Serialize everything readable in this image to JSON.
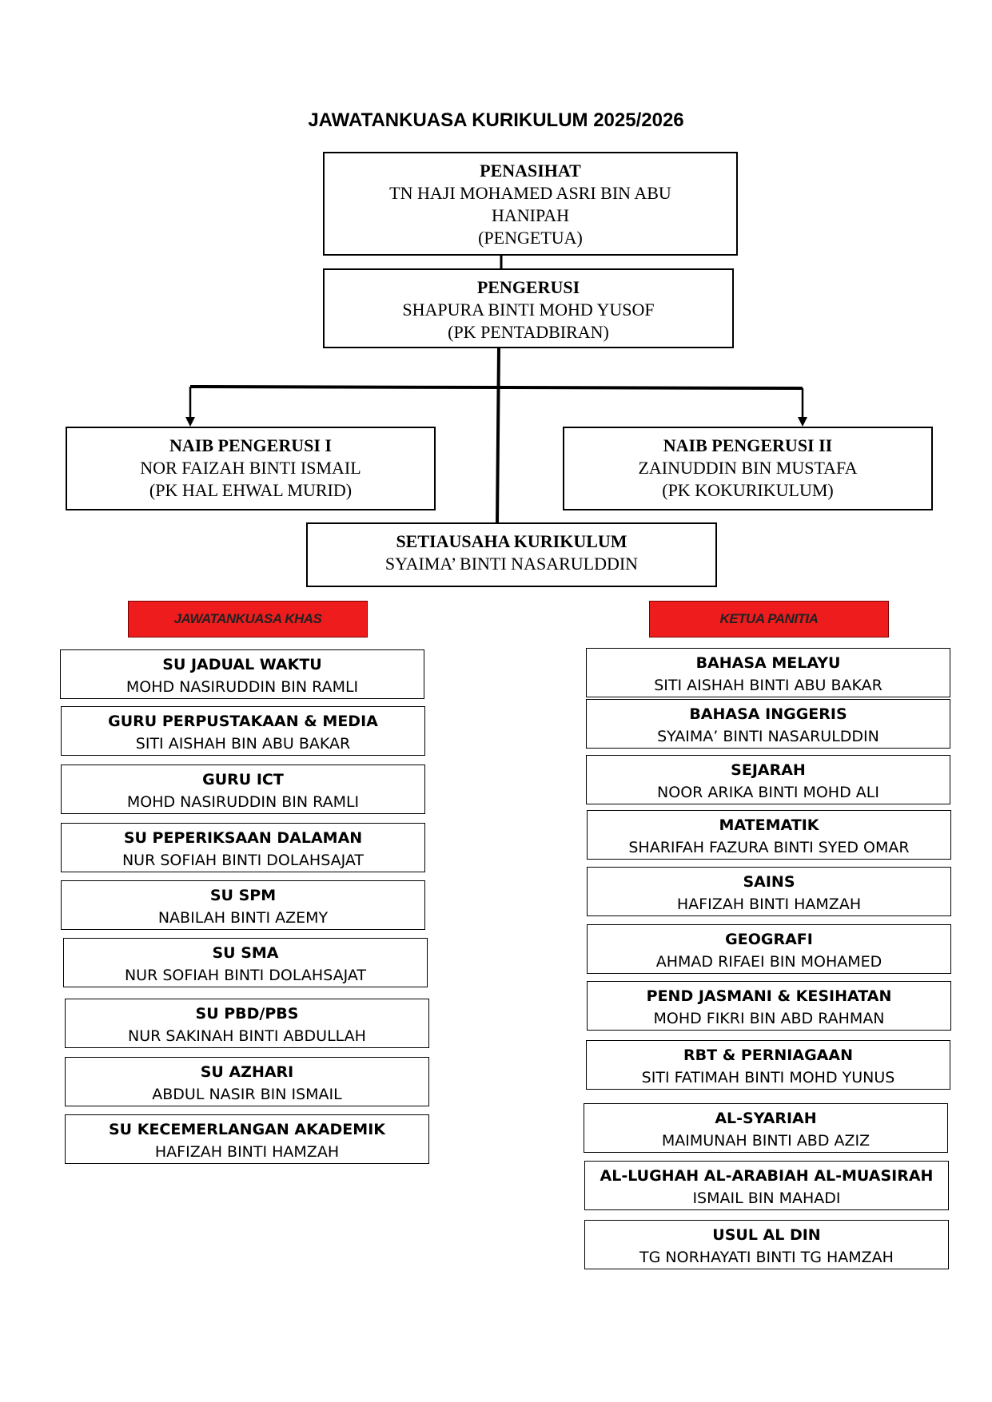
{
  "title": "JAWATANKUASA KURIKULUM 2025/2026",
  "penasihat": {
    "role": "PENASIHAT",
    "name1": "TN HAJI MOHAMED ASRI BIN ABU",
    "name2": "HANIPAH",
    "position": "(PENGETUA)"
  },
  "pengerusi": {
    "role": "PENGERUSI",
    "name": "SHAPURA BINTI MOHD YUSOF",
    "position": "(PK PENTADBIRAN)"
  },
  "naib1": {
    "role": "NAIB PENGERUSI I",
    "name": "NOR FAIZAH BINTI ISMAIL",
    "position": "(PK HAL EHWAL MURID)"
  },
  "naib2": {
    "role": "NAIB PENGERUSI II",
    "name": "ZAINUDDIN BIN MUSTAFA",
    "position": "(PK KOKURIKULUM)"
  },
  "setiausaha": {
    "role": "SETIAUSAHA KURIKULUM",
    "name": "SYAIMA’ BINTI NASARULDDIN"
  },
  "khas": {
    "heading": "JAWATANKUASA KHAS",
    "items": [
      {
        "title": "SU JADUAL WAKTU",
        "name": "MOHD NASIRUDDIN BIN RAMLI"
      },
      {
        "title": "GURU PERPUSTAKAAN & MEDIA",
        "name": "SITI AISHAH BIN ABU BAKAR"
      },
      {
        "title": "GURU ICT",
        "name": "MOHD NASIRUDDIN BIN RAMLI"
      },
      {
        "title": "SU PEPERIKSAAN DALAMAN",
        "name": "NUR SOFIAH BINTI DOLAHSAJAT"
      },
      {
        "title": "SU SPM",
        "name": "NABILAH BINTI AZEMY"
      },
      {
        "title": "SU SMA",
        "name": "NUR SOFIAH BINTI DOLAHSAJAT"
      },
      {
        "title": "SU PBD/PBS",
        "name": "NUR SAKINAH BINTI ABDULLAH"
      },
      {
        "title": "SU AZHARI",
        "name": "ABDUL NASIR BIN ISMAIL"
      },
      {
        "title": "SU KECEMERLANGAN AKADEMIK",
        "name": "HAFIZAH BINTI HAMZAH"
      }
    ]
  },
  "panitia": {
    "heading": "KETUA PANITIA",
    "items": [
      {
        "title": "BAHASA MELAYU",
        "name": "SITI AISHAH BINTI ABU BAKAR"
      },
      {
        "title": "BAHASA INGGERIS",
        "name": "SYAIMA’ BINTI NASARULDDIN"
      },
      {
        "title": "SEJARAH",
        "name": "NOOR ARIKA BINTI MOHD ALI"
      },
      {
        "title": "MATEMATIK",
        "name": "SHARIFAH FAZURA BINTI SYED OMAR"
      },
      {
        "title": "SAINS",
        "name": "HAFIZAH BINTI HAMZAH"
      },
      {
        "title": "GEOGRAFI",
        "name": "AHMAD RIFAEI BIN MOHAMED"
      },
      {
        "title": "PEND JASMANI & KESIHATAN",
        "name": "MOHD FIKRI BIN ABD RAHMAN"
      },
      {
        "title": "RBT & PERNIAGAAN",
        "name": "SITI FATIMAH BINTI MOHD YUNUS"
      },
      {
        "title": "AL-SYARIAH",
        "name": "MAIMUNAH BINTI ABD AZIZ"
      },
      {
        "title": "AL-LUGHAH AL-ARABIAH AL-MUASIRAH",
        "name": "ISMAIL BIN MAHADI"
      },
      {
        "title": "USUL AL DIN",
        "name": "TG NORHAYATI BINTI TG HAMZAH"
      }
    ]
  }
}
